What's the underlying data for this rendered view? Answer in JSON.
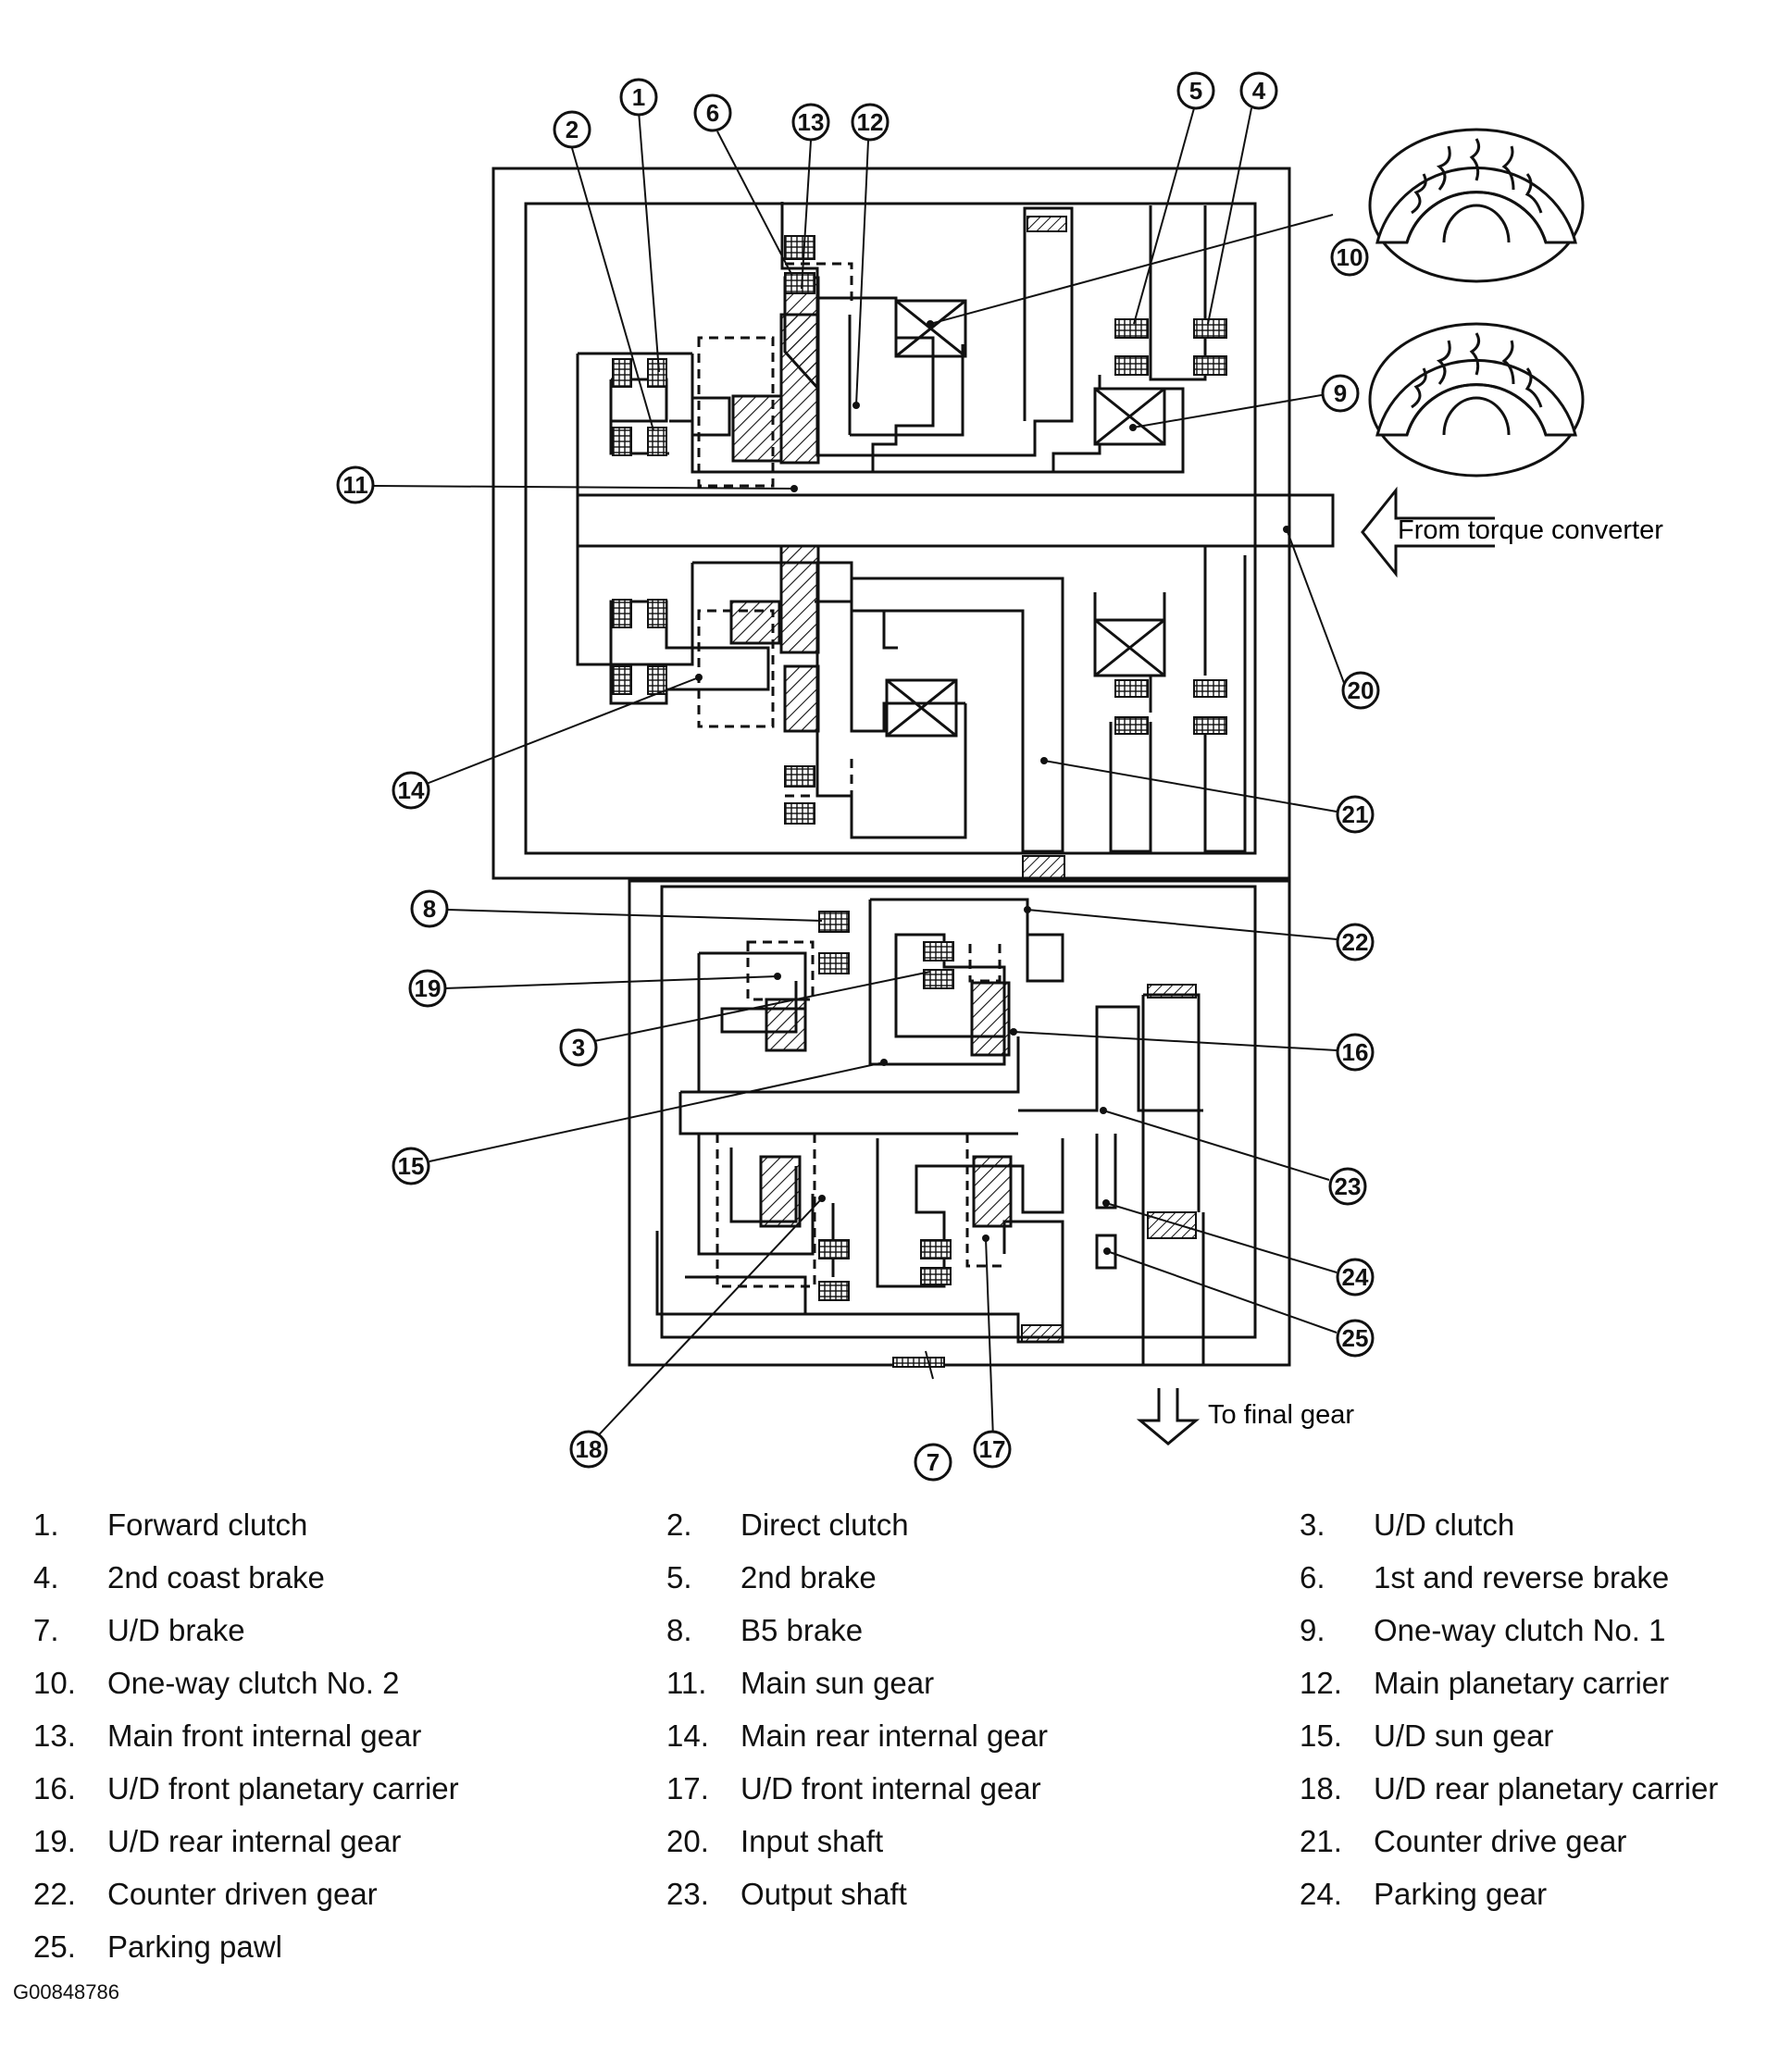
{
  "callouts": [
    {
      "n": "1"
    },
    {
      "n": "2"
    },
    {
      "n": "3"
    },
    {
      "n": "4"
    },
    {
      "n": "5"
    },
    {
      "n": "6"
    },
    {
      "n": "7"
    },
    {
      "n": "8"
    },
    {
      "n": "9"
    },
    {
      "n": "10"
    },
    {
      "n": "11"
    },
    {
      "n": "12"
    },
    {
      "n": "13"
    },
    {
      "n": "14"
    },
    {
      "n": "15"
    },
    {
      "n": "16"
    },
    {
      "n": "17"
    },
    {
      "n": "18"
    },
    {
      "n": "19"
    },
    {
      "n": "20"
    },
    {
      "n": "21"
    },
    {
      "n": "22"
    },
    {
      "n": "23"
    },
    {
      "n": "24"
    },
    {
      "n": "25"
    }
  ],
  "annotations": {
    "torque_converter": "From torque converter",
    "final_gear": "To final gear"
  },
  "legend": [
    {
      "num": "1.",
      "label": "Forward clutch"
    },
    {
      "num": "2.",
      "label": "Direct clutch"
    },
    {
      "num": "3.",
      "label": "U/D clutch"
    },
    {
      "num": "4.",
      "label": "2nd coast brake"
    },
    {
      "num": "5.",
      "label": "2nd brake"
    },
    {
      "num": "6.",
      "label": "1st and reverse brake"
    },
    {
      "num": "7.",
      "label": "U/D brake"
    },
    {
      "num": "8.",
      "label": "B5 brake"
    },
    {
      "num": "9.",
      "label": "One-way clutch No. 1"
    },
    {
      "num": "10.",
      "label": "One-way clutch No. 2"
    },
    {
      "num": "11.",
      "label": "Main sun gear"
    },
    {
      "num": "12.",
      "label": "Main planetary carrier"
    },
    {
      "num": "13.",
      "label": "Main front internal gear"
    },
    {
      "num": "14.",
      "label": "Main rear internal gear"
    },
    {
      "num": "15.",
      "label": "U/D sun gear"
    },
    {
      "num": "16.",
      "label": "U/D front planetary carrier"
    },
    {
      "num": "17.",
      "label": "U/D front internal gear"
    },
    {
      "num": "18.",
      "label": "U/D rear planetary carrier"
    },
    {
      "num": "19.",
      "label": "U/D rear internal gear"
    },
    {
      "num": "20.",
      "label": "Input shaft"
    },
    {
      "num": "21.",
      "label": "Counter drive gear"
    },
    {
      "num": "22.",
      "label": "Counter driven gear"
    },
    {
      "num": "23.",
      "label": "Output shaft"
    },
    {
      "num": "24.",
      "label": "Parking gear"
    },
    {
      "num": "25.",
      "label": "Parking pawl"
    }
  ],
  "figure_id": "G00848786"
}
